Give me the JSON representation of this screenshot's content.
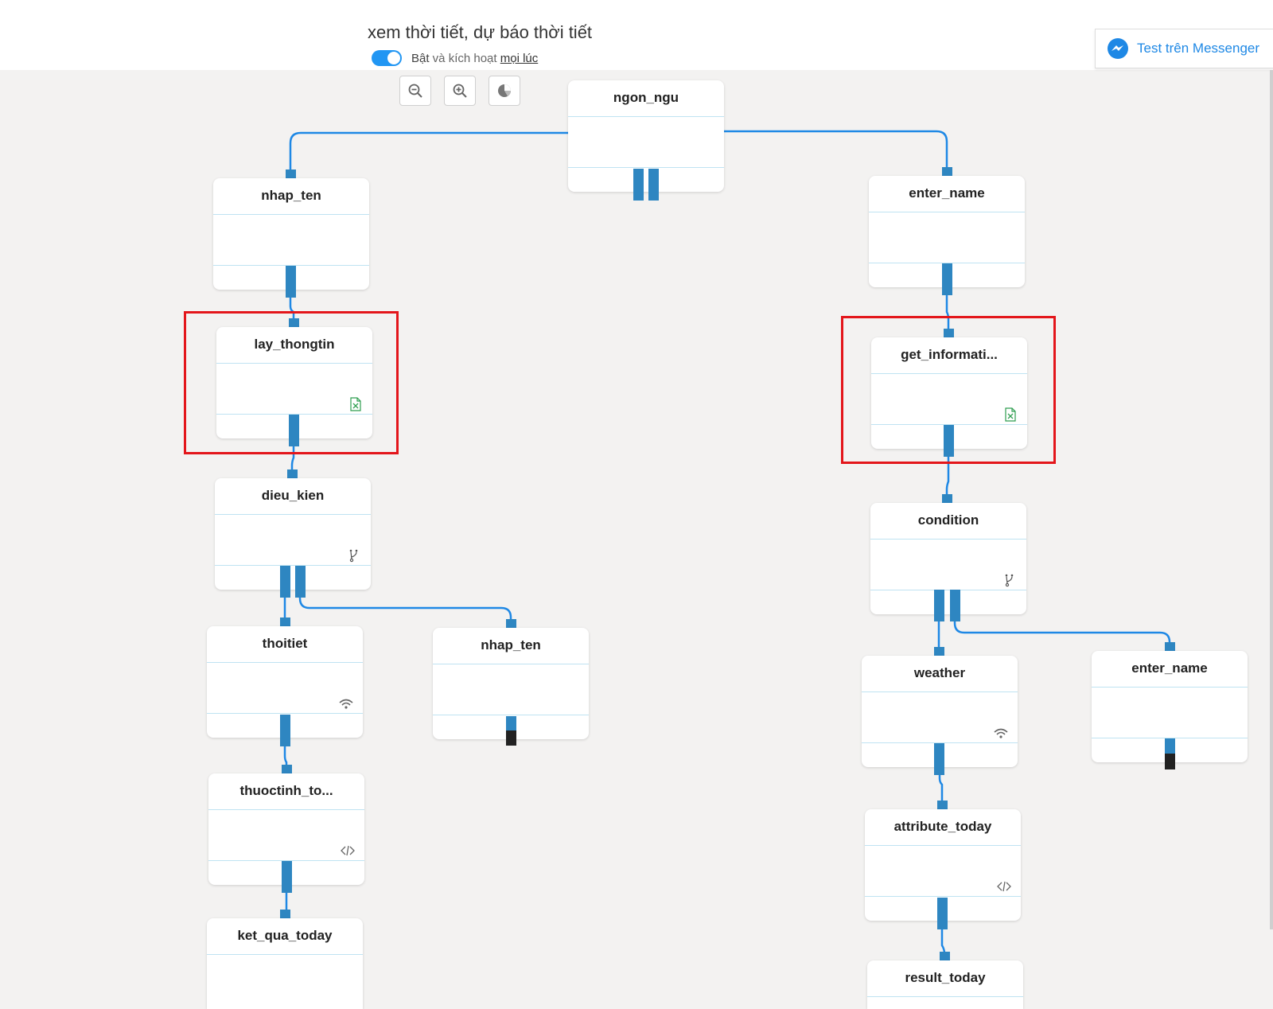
{
  "header": {
    "flow_title": "xem thời tiết, dự báo thời tiết",
    "toggle_on": true,
    "toggle_label_parts": [
      "Bật",
      " và kích hoạt ",
      "mọi lúc"
    ],
    "messenger_button": "Test trên Messenger"
  },
  "toolbar": {
    "zoom_out_icon": "zoom-out-icon",
    "zoom_in_icon": "zoom-in-icon",
    "overview_icon": "pie-chart-icon"
  },
  "nodes": {
    "ngon_ngu": "ngon_ngu",
    "nhap_ten": "nhap_ten",
    "enter_name": "enter_name",
    "lay_thongtin": "lay_thongtin",
    "get_information": "get_informati...",
    "dieu_kien": "dieu_kien",
    "condition": "condition",
    "thoitiet": "thoitiet",
    "nhap_ten_2": "nhap_ten",
    "weather": "weather",
    "enter_name_2": "enter_name",
    "thuoctinh_today": "thuoctinh_to...",
    "attribute_today": "attribute_today",
    "ket_qua_today": "ket_qua_today",
    "result_today": "result_today"
  },
  "colors": {
    "wire": "#1e88e5",
    "port": "#2e86c1",
    "highlight": "#e3161b",
    "toggle": "#2196f3"
  }
}
